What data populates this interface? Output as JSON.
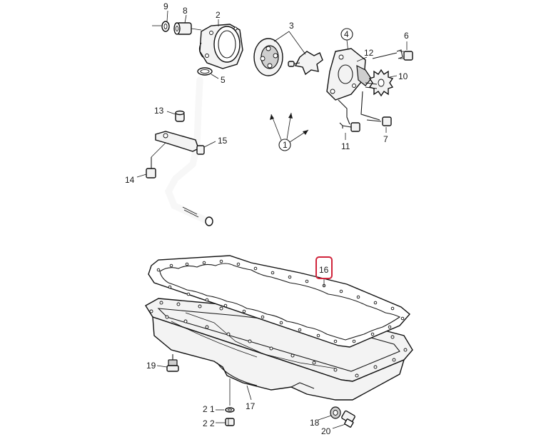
{
  "callouts": {
    "c1": "1",
    "c2": "2",
    "c3": "3",
    "c4": "4",
    "c5": "5",
    "c6": "6",
    "c7": "7",
    "c8": "8",
    "c9": "9",
    "c10": "10",
    "c11": "11",
    "c12": "12",
    "c13": "13",
    "c14": "14",
    "c15": "15",
    "c16": "16",
    "c17": "17",
    "c18": "18",
    "c19": "19",
    "c20": "20",
    "c21": "2 1",
    "c22": "2 2"
  },
  "colors": {
    "highlight": "#d0243b",
    "line": "#1a1a1a"
  }
}
